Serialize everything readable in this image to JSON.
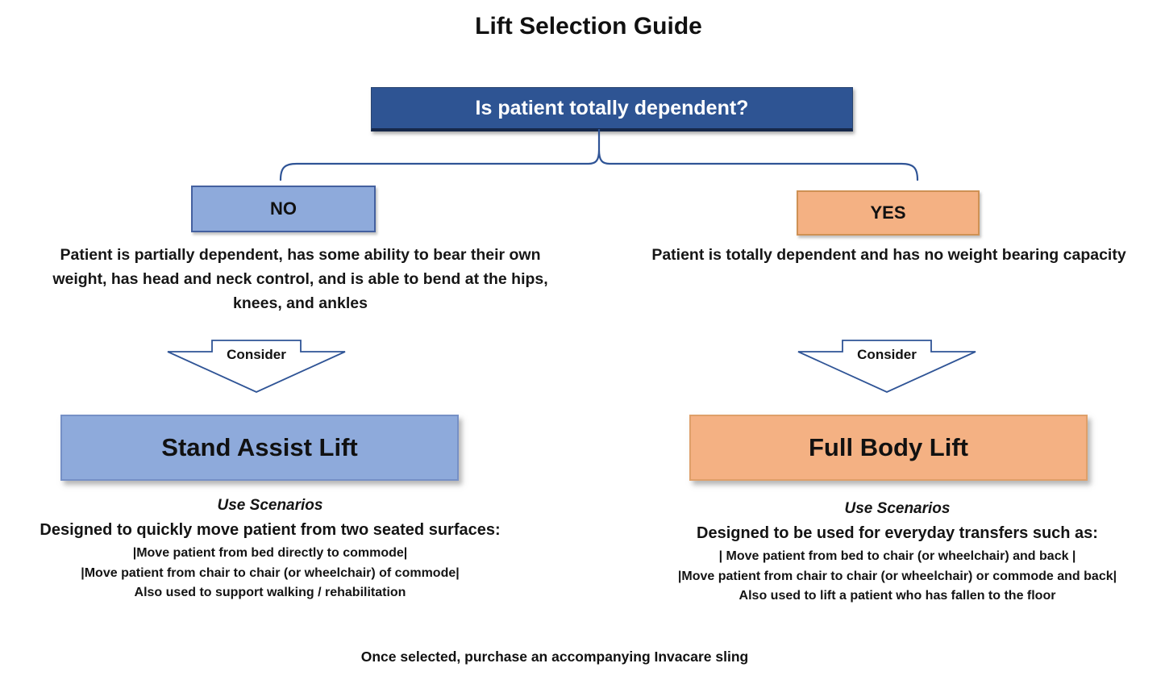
{
  "title": "Lift Selection Guide",
  "question": "Is patient totally dependent?",
  "branches": {
    "no": {
      "label": "NO",
      "description": "Patient is partially dependent, has some ability to bear their own weight, has head and neck control, and is able to bend at the hips, knees, and ankles",
      "consider_label": "Consider",
      "result": "Stand Assist Lift",
      "use_scenarios_title": "Use Scenarios",
      "use_scenarios_heading": "Designed to quickly move patient from two seated surfaces:",
      "use_scenarios_items": [
        "|Move patient from bed directly to commode|",
        "|Move patient from chair to chair (or wheelchair) of commode|",
        "Also used to support walking / rehabilitation"
      ]
    },
    "yes": {
      "label": "YES",
      "description": "Patient is totally dependent and has no weight bearing capacity",
      "consider_label": "Consider",
      "result": "Full Body Lift",
      "use_scenarios_title": "Use Scenarios",
      "use_scenarios_heading": "Designed to be used for everyday transfers such as:",
      "use_scenarios_items": [
        "| Move patient from bed to chair (or wheelchair) and back |",
        "|Move patient from chair to chair (or wheelchair) or commode and back|",
        "Also used to lift a patient who has fallen to the floor"
      ]
    }
  },
  "footer_note": "Once selected, purchase an accompanying Invacare sling",
  "colors": {
    "question_box_bg": "#2E5493",
    "no_branch_bg": "#8EAADB",
    "yes_branch_bg": "#F4B183",
    "connector_line": "#2F5496"
  }
}
